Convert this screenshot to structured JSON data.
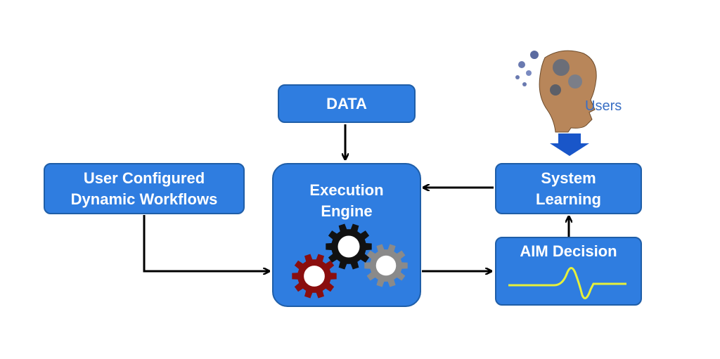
{
  "nodes": {
    "data": "DATA",
    "user_workflows": [
      "User Configured",
      "Dynamic Workflows"
    ],
    "execution_engine": [
      "Execution",
      "Engine"
    ],
    "system_learning": [
      "System",
      "Learning"
    ],
    "aim_decision": "AIM Decision",
    "users": "Users"
  },
  "colors": {
    "box_fill": "#2f7de0",
    "box_border": "#1f5ea8",
    "arrow": "#000000",
    "down_arrow": "#1956c9",
    "gear_black": "#111111",
    "gear_red": "#8a0e0e",
    "gear_gray": "#8a8a8a",
    "signal": "#e6f03a"
  },
  "icons": [
    "head-with-gears-icon",
    "gears-icon",
    "signal-wave-icon",
    "down-arrow-icon"
  ]
}
